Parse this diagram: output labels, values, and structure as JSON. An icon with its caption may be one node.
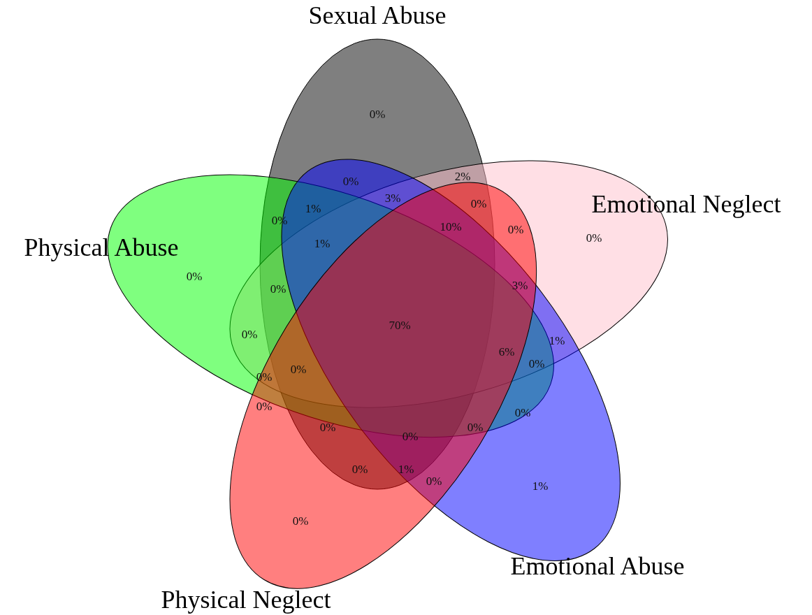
{
  "diagram": {
    "nodes": [
      {
        "text": [
          "Sexual Abuse"
        ]
      },
      {
        "text": [
          "Emotional Neglect"
        ]
      },
      {
        "text": [
          "Physical Abuse"
        ]
      },
      {
        "text": [
          "Emotional Abuse"
        ]
      },
      {
        "text": [
          "Physical Neglect"
        ]
      }
    ],
    "labels": [
      "0%",
      "2%",
      "0%",
      "3%",
      "0%",
      "1%",
      "0%",
      "10%",
      "0%",
      "0%",
      "1%",
      "0%",
      "3%",
      "0%",
      "70%",
      "0%",
      "1%",
      "6%",
      "0%",
      "0%",
      "0%",
      "0%",
      "0%",
      "0%",
      "0%",
      "0%",
      "0%",
      "1%",
      "0%",
      "1%",
      "0%"
    ]
  }
}
